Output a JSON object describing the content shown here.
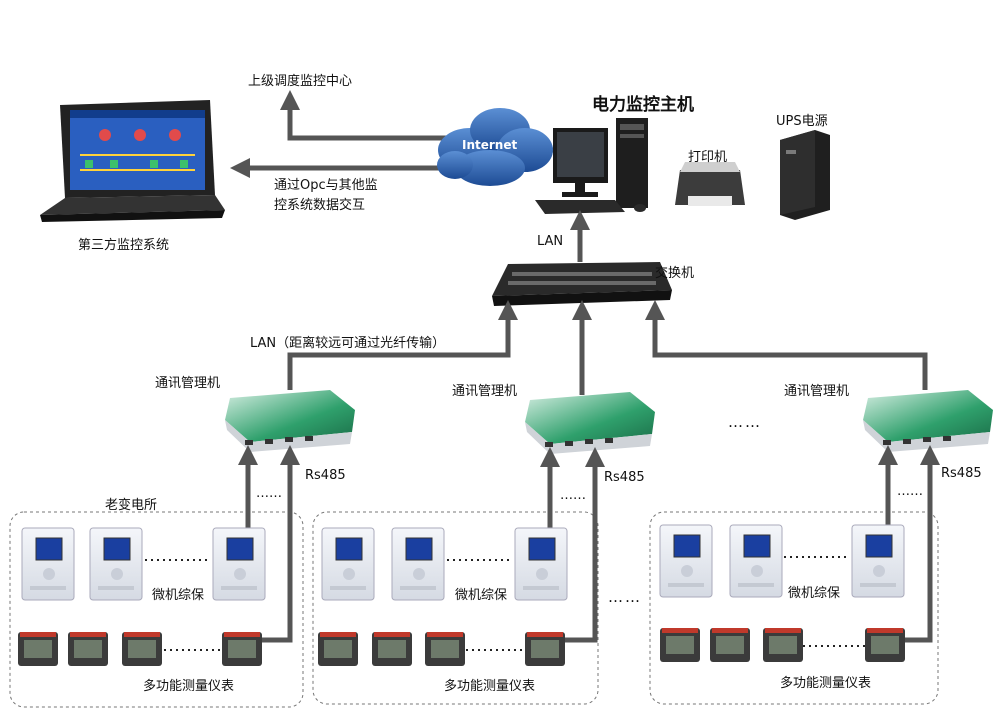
{
  "labels": {
    "upper_center": "上级调度监控中心",
    "opc_line1": "通过Opc与其他监",
    "opc_line2": "控系统数据交互",
    "third_party": "第三方监控系统",
    "internet": "Internet",
    "host": "电力监控主机",
    "printer": "打印机",
    "ups": "UPS电源",
    "lan_top": "LAN",
    "switch": "交换机",
    "lan_long": "LAN（距离较远可通过光纤传输）",
    "comm_manager": "通讯管理机",
    "rs485": "Rs485",
    "dots_short": "……",
    "ellipsis_mid": "……",
    "ellipsis_bottom": "……",
    "old_substation": "老变电所",
    "relay_protection": "微机综保",
    "meter": "多功能测量仪表"
  },
  "colors": {
    "arrow": "#555555",
    "cloud": "#2b5fa8",
    "device_green": "#1f8a5a",
    "panel_blue": "#1a3fa0",
    "meter_red": "#c0392b",
    "group_border": "#777777"
  },
  "icons": [
    "laptop-icon",
    "cloud-icon",
    "monitor-icon",
    "pc-tower-icon",
    "keyboard-icon",
    "printer-icon",
    "ups-icon",
    "switch-icon",
    "comm-manager-icon",
    "relay-device-icon",
    "meter-icon"
  ]
}
